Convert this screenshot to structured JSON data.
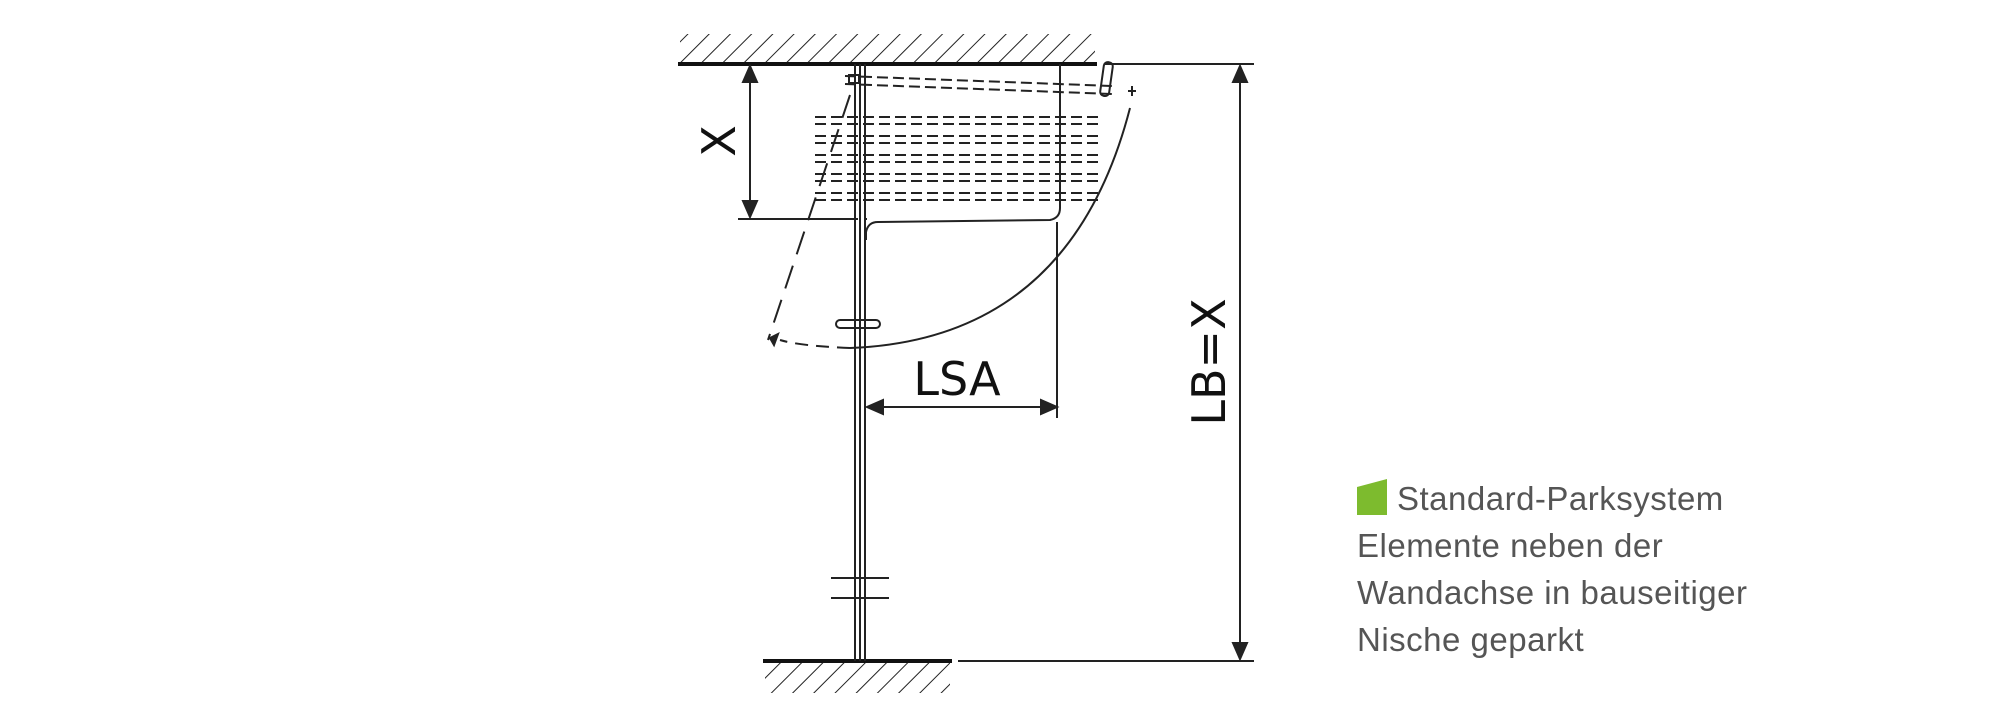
{
  "diagram": {
    "labels": {
      "x_dimension": "X",
      "lsa_dimension": "LSA",
      "lb_dimension": "LB=X"
    }
  },
  "legend": {
    "title": "Standard-Parksystem",
    "lines": [
      "Elemente neben der",
      "Wandachse in bauseitiger",
      "Nische geparkt"
    ],
    "marker_color": "#7dbb2e"
  }
}
